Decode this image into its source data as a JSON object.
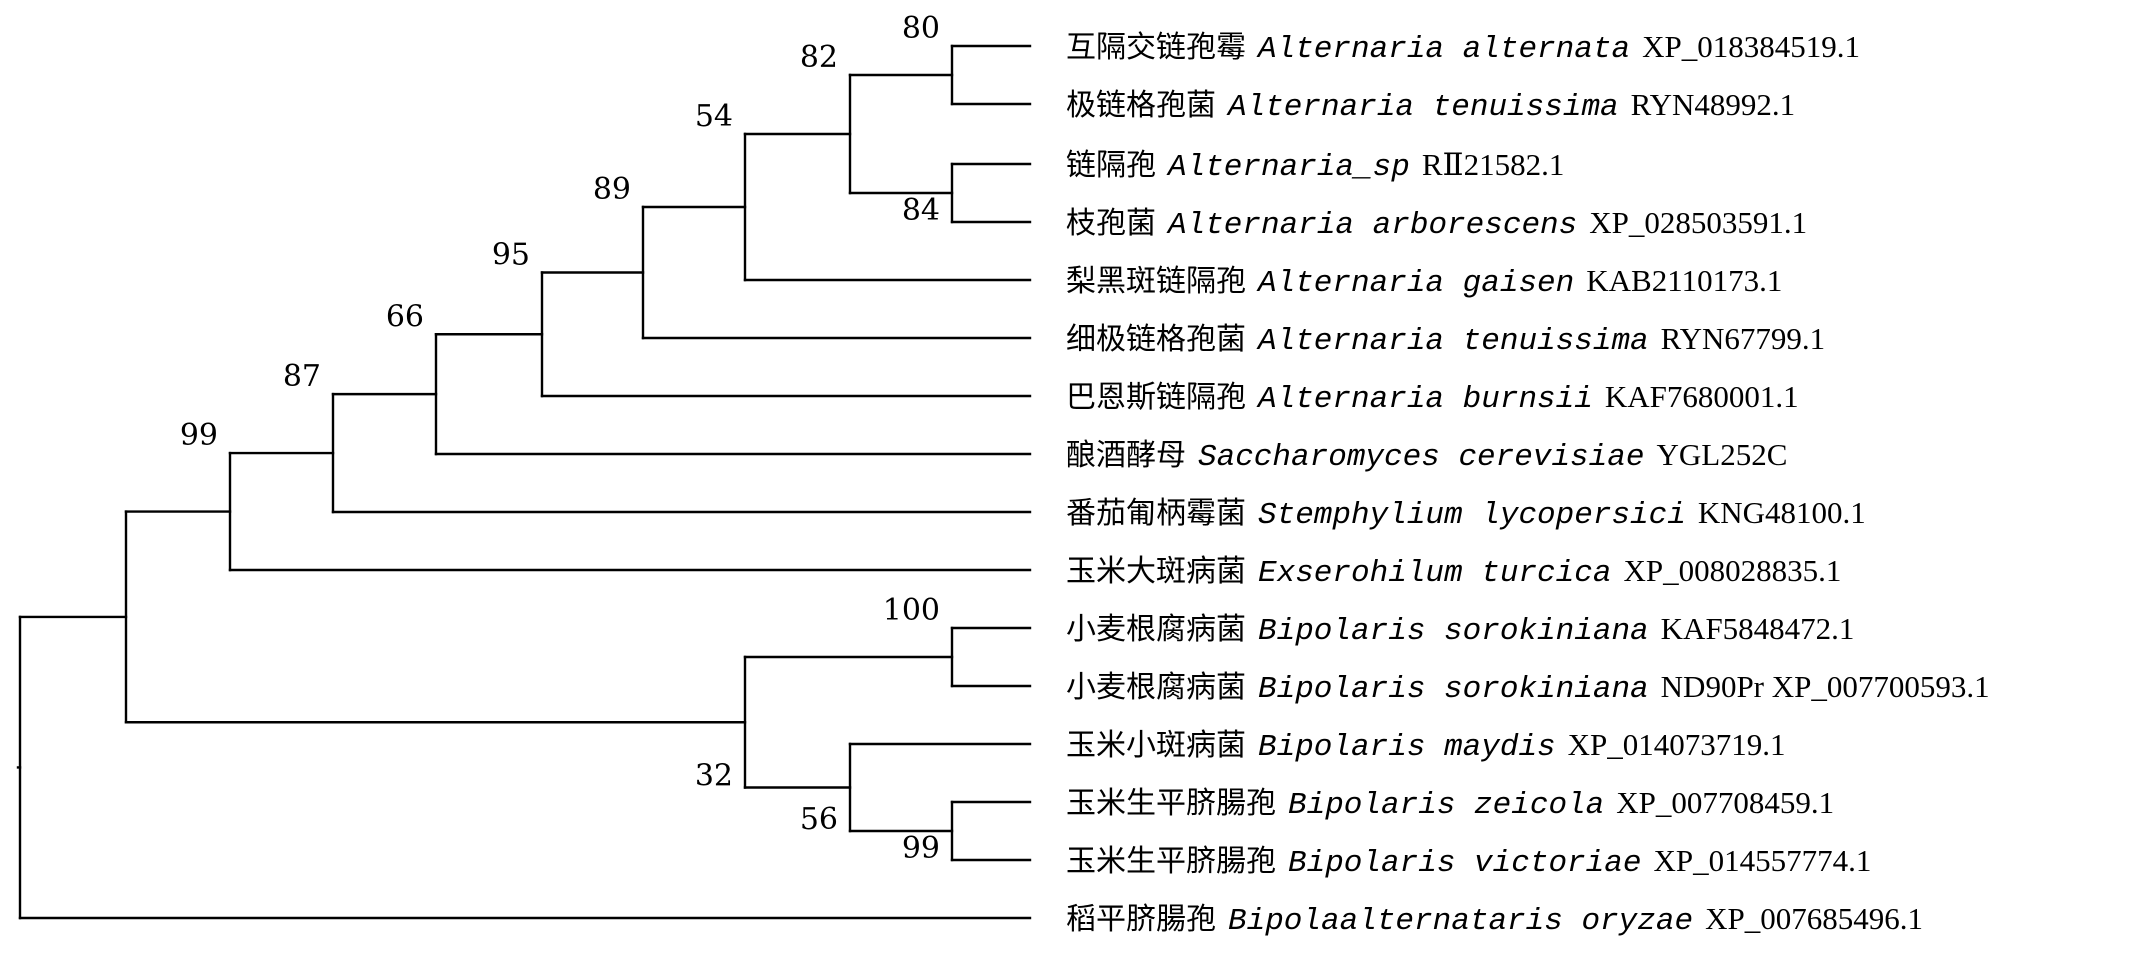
{
  "tree": {
    "leaves": [
      {
        "id": "L1",
        "chinese": "互隔交链孢霉",
        "species": "Alternaria alternata",
        "accession": "XP_018384519.1"
      },
      {
        "id": "L2",
        "chinese": "极链格孢菌",
        "species": "Alternaria tenuissima",
        "accession": "RYN48992.1"
      },
      {
        "id": "L3",
        "chinese": "链隔孢",
        "species": "Alternaria_sp",
        "accession": "RⅡ21582.1"
      },
      {
        "id": "L4",
        "chinese": "枝孢菌",
        "species": "Alternaria arborescens",
        "accession": "XP_028503591.1"
      },
      {
        "id": "L5",
        "chinese": "梨黑斑链隔孢",
        "species": "Alternaria gaisen",
        "accession": "KAB2110173.1"
      },
      {
        "id": "L6",
        "chinese": "细极链格孢菌",
        "species": "Alternaria tenuissima",
        "accession": "RYN67799.1"
      },
      {
        "id": "L7",
        "chinese": "巴恩斯链隔孢",
        "species": "Alternaria burnsii",
        "accession": "KAF7680001.1"
      },
      {
        "id": "L8",
        "chinese": "酿酒酵母",
        "species": "Saccharomyces cerevisiae",
        "accession": "YGL252C"
      },
      {
        "id": "L9",
        "chinese": "番茄匍柄霉菌",
        "species": "Stemphylium lycopersici",
        "accession": "KNG48100.1"
      },
      {
        "id": "L10",
        "chinese": "玉米大斑病菌",
        "species": "Exserohilum turcica",
        "accession": "XP_008028835.1"
      },
      {
        "id": "L11",
        "chinese": "小麦根腐病菌",
        "species": "Bipolaris sorokiniana",
        "accession": "KAF5848472.1"
      },
      {
        "id": "L12",
        "chinese": "小麦根腐病菌",
        "species": "Bipolaris sorokiniana",
        "accession": "ND90Pr XP_007700593.1"
      },
      {
        "id": "L13",
        "chinese": "玉米小斑病菌",
        "species": "Bipolaris maydis",
        "accession": "XP_014073719.1"
      },
      {
        "id": "L14",
        "chinese": "玉米生平脐腸孢",
        "species": "Bipolaris zeicola",
        "accession": "XP_007708459.1"
      },
      {
        "id": "L15",
        "chinese": "玉米生平脐腸孢",
        "species": "Bipolaris victoriae",
        "accession": "XP_014557774.1"
      },
      {
        "id": "L16",
        "chinese": "稻平脐腸孢",
        "species": "Bipolaalternataris oryzae",
        "accession": "XP_007685496.1"
      }
    ],
    "nodes": [
      {
        "id": "N_L1L2",
        "children": [
          "L1",
          "L2"
        ],
        "bootstrap": "80"
      },
      {
        "id": "N_L3L4",
        "children": [
          "L3",
          "L4"
        ],
        "bootstrap": "84"
      },
      {
        "id": "N_A4",
        "children": [
          "N_L1L2",
          "N_L3L4"
        ],
        "bootstrap": "82"
      },
      {
        "id": "N_A5",
        "children": [
          "N_A4",
          "L5"
        ],
        "bootstrap": "54"
      },
      {
        "id": "N_A6",
        "children": [
          "N_A5",
          "L6"
        ],
        "bootstrap": "89"
      },
      {
        "id": "N_A7",
        "children": [
          "N_A6",
          "L7"
        ],
        "bootstrap": "95"
      },
      {
        "id": "N_A8",
        "children": [
          "N_A7",
          "L8"
        ],
        "bootstrap": "66"
      },
      {
        "id": "N_A9",
        "children": [
          "N_A8",
          "L9"
        ],
        "bootstrap": "87"
      },
      {
        "id": "N_A10",
        "children": [
          "N_A9",
          "L10"
        ],
        "bootstrap": "99"
      },
      {
        "id": "N_B2",
        "children": [
          "L11",
          "L12"
        ],
        "bootstrap": "100"
      },
      {
        "id": "N_B3",
        "children": [
          "L14",
          "L15"
        ],
        "bootstrap": "99"
      },
      {
        "id": "N_B4",
        "children": [
          "L13",
          "N_B3"
        ],
        "bootstrap": "56"
      },
      {
        "id": "N_B5",
        "children": [
          "N_B2",
          "N_B4"
        ],
        "bootstrap": "32"
      },
      {
        "id": "N_IN",
        "children": [
          "N_A10",
          "N_B5"
        ],
        "bootstrap": ""
      },
      {
        "id": "N_ROOT",
        "children": [
          "N_IN",
          "L16"
        ],
        "bootstrap": ""
      }
    ]
  }
}
